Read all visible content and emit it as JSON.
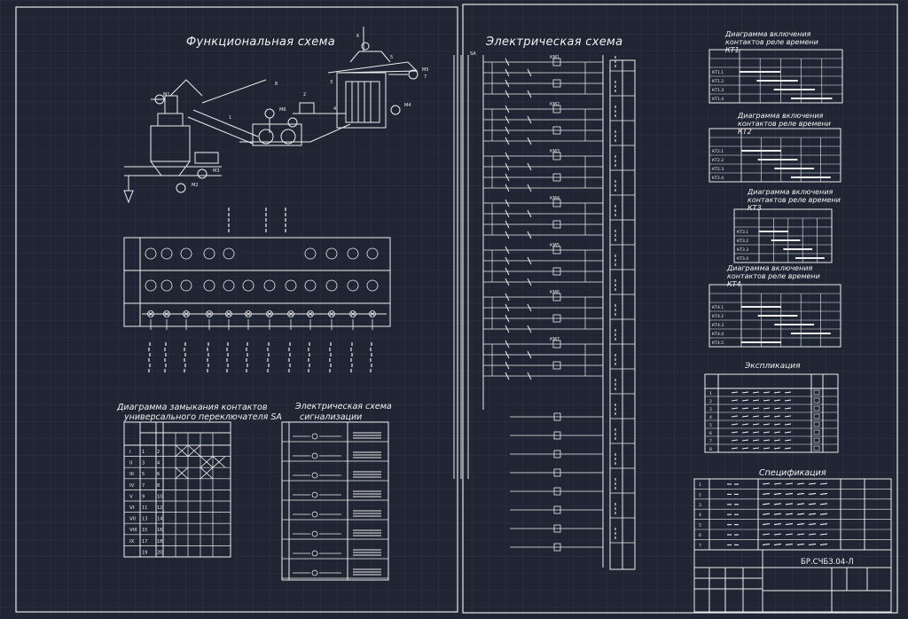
{
  "titles": {
    "functional_scheme": "Функциональная схема",
    "electrical_scheme": "Электрическая схема",
    "sa_diagram_line1": "Диаграмма замыкания контактов",
    "sa_diagram_line2": "универсального переключателя SA",
    "signal_scheme_line1": "Электрическая схема",
    "signal_scheme_line2": "сигнализации",
    "specification": "Спецификация",
    "explication": "Экспликация",
    "kt1_diagram": "Диаграмма включения контактов реле времени КТ1",
    "kt2_diagram": "Диаграмма включения контактов реле времени КТ2",
    "kt3_diagram": "Диаграмма включения контактов реле времени КТ3",
    "kt4_diagram": "Диаграмма включения контактов реле времени КТ4",
    "drawing_code": "БР.СЧБЗ.04-Л"
  },
  "sa_table": {
    "row_numbers": [
      "I",
      "II",
      "III",
      "IV",
      "V",
      "VI",
      "VII",
      "VIII",
      "IX"
    ],
    "contacts": [
      [
        "1",
        "2"
      ],
      [
        "3",
        "4"
      ],
      [
        "5",
        "6"
      ],
      [
        "7",
        "8"
      ],
      [
        "9",
        "10"
      ],
      [
        "11",
        "12"
      ],
      [
        "13",
        "14"
      ],
      [
        "15",
        "16"
      ],
      [
        "17",
        "18"
      ],
      [
        "19",
        "20"
      ]
    ]
  },
  "functional": {
    "motor_labels": [
      "M1",
      "M2",
      "M3",
      "M4",
      "M5",
      "M6"
    ],
    "numbers": [
      "1",
      "2",
      "3",
      "4",
      "5",
      "6",
      "7",
      "8"
    ]
  },
  "kt_rows": {
    "kt1": [
      "КТ1.1",
      "КТ1.2",
      "КТ1.3",
      "КТ1.4"
    ],
    "kt2": [
      "КТ2.1",
      "КТ2.2",
      "КТ2.3",
      "КТ2.4"
    ],
    "kt3": [
      "КТ3.1",
      "КТ3.2",
      "КТ3.3",
      "КТ3.4"
    ],
    "kt4": [
      "КТ4.1",
      "КТ4.2",
      "КТ4.3",
      "КТ4.4",
      "КТ4.5"
    ]
  },
  "electrical": {
    "relays": [
      "КМ1",
      "КМ2",
      "КМ3",
      "КМ4",
      "КМ5",
      "КМ6",
      "КМ7"
    ],
    "sources": [
      "SA"
    ]
  },
  "spec_positions": [
    "1",
    "2",
    "3",
    "4",
    "5",
    "6",
    "7"
  ],
  "expl_positions": [
    "1",
    "2",
    "3",
    "4",
    "5",
    "6",
    "7",
    "8"
  ]
}
